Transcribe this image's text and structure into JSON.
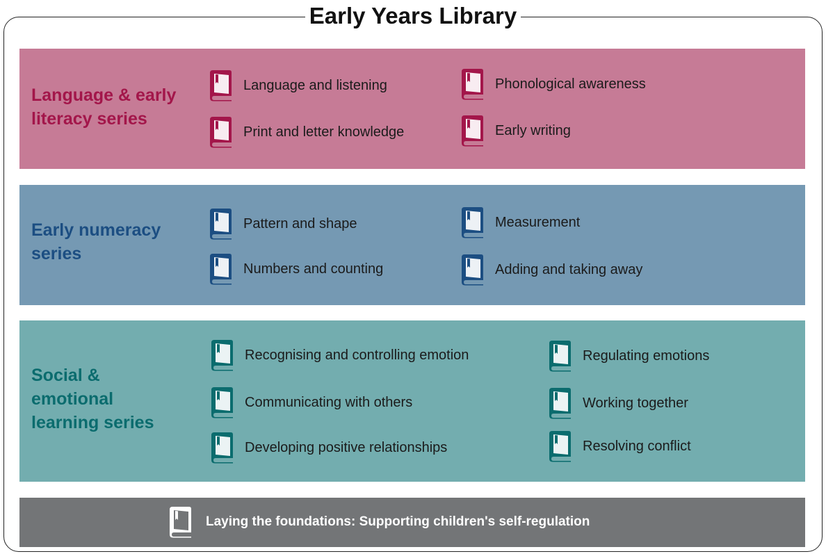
{
  "title": "Early Years Library",
  "colors": {
    "language_bg": "#c67b96",
    "language_accent": "#a3164a",
    "numeracy_bg": "#7599b3",
    "numeracy_accent": "#1c4e82",
    "social_bg": "#73adaf",
    "social_accent": "#0b6c6e",
    "foundations_bg": "#737577",
    "foundations_accent": "#ffffff"
  },
  "sections": {
    "language": {
      "title": "Language & early literacy series",
      "icon": "book-icon",
      "items": [
        "Language and listening",
        "Phonological awareness",
        "Print and letter knowledge",
        "Early writing"
      ]
    },
    "numeracy": {
      "title": "Early numeracy series",
      "icon": "book-icon",
      "items": [
        "Pattern and shape",
        "Measurement",
        "Numbers and counting",
        "Adding and taking away"
      ]
    },
    "social": {
      "title": "Social & emotional learning series",
      "icon": "book-icon",
      "items": [
        "Recognising and controlling emotion",
        "Regulating emotions",
        "Communicating with others",
        "Working together",
        "Developing positive relationships",
        "Resolving conflict"
      ]
    },
    "foundations": {
      "icon": "book-icon",
      "item": "Laying the foundations: Supporting children's self-regulation"
    }
  }
}
